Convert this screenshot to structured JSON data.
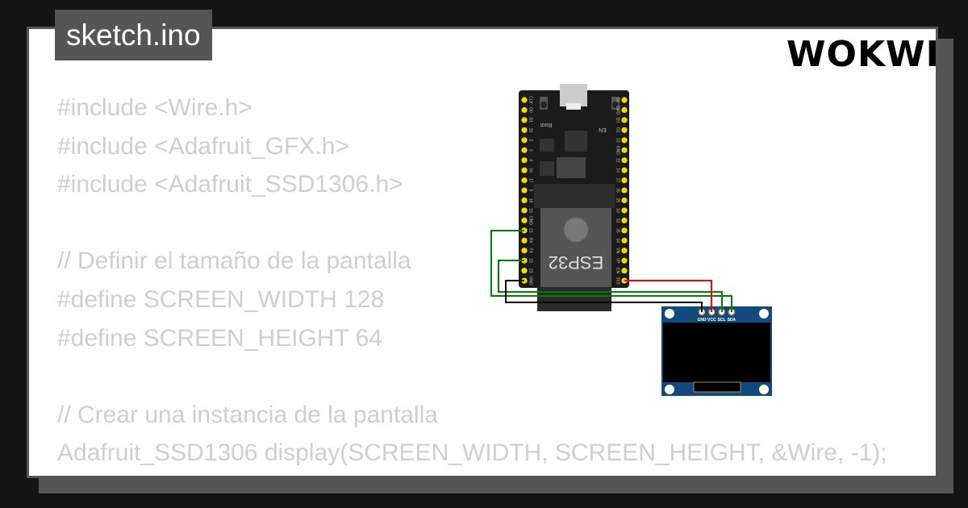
{
  "tab": {
    "title": "sketch.ino"
  },
  "code_lines": [
    "#include <Wire.h>",
    "#include <Adafruit_GFX.h>",
    "#include <Adafruit_SSD1306.h>",
    "",
    "// Definir el tamaño de la pantalla",
    "#define SCREEN_WIDTH 128",
    "#define SCREEN_HEIGHT 64",
    "",
    "// Crear una instancia de la pantalla",
    "Adafruit_SSD1306 display(SCREEN_WIDTH, SCREEN_HEIGHT, &Wire, -1);"
  ],
  "esp32": {
    "chip_label": "ESP32",
    "boot_label": "Boot",
    "en_label": "EN",
    "left_pins": [
      "CLK",
      "D0",
      "D1",
      "15",
      "2",
      "0",
      "4",
      "16",
      "17",
      "5",
      "18",
      "19",
      "GND",
      "21",
      "RX",
      "TX",
      "22",
      "23",
      "GND"
    ],
    "right_pins": [
      "5V",
      "CMD",
      "D3",
      "D2",
      "13",
      "GND",
      "12",
      "14",
      "27",
      "26",
      "25",
      "33",
      "32",
      "35",
      "34",
      "VN",
      "VP",
      "EN",
      "3V3"
    ]
  },
  "oled": {
    "pins": [
      "GND",
      "VCC",
      "SCL",
      "SDA"
    ]
  },
  "wire_colors": {
    "green": "#008000",
    "red": "#ff0000",
    "black": "#000000"
  },
  "brand": {
    "logo": "WOKWI"
  }
}
